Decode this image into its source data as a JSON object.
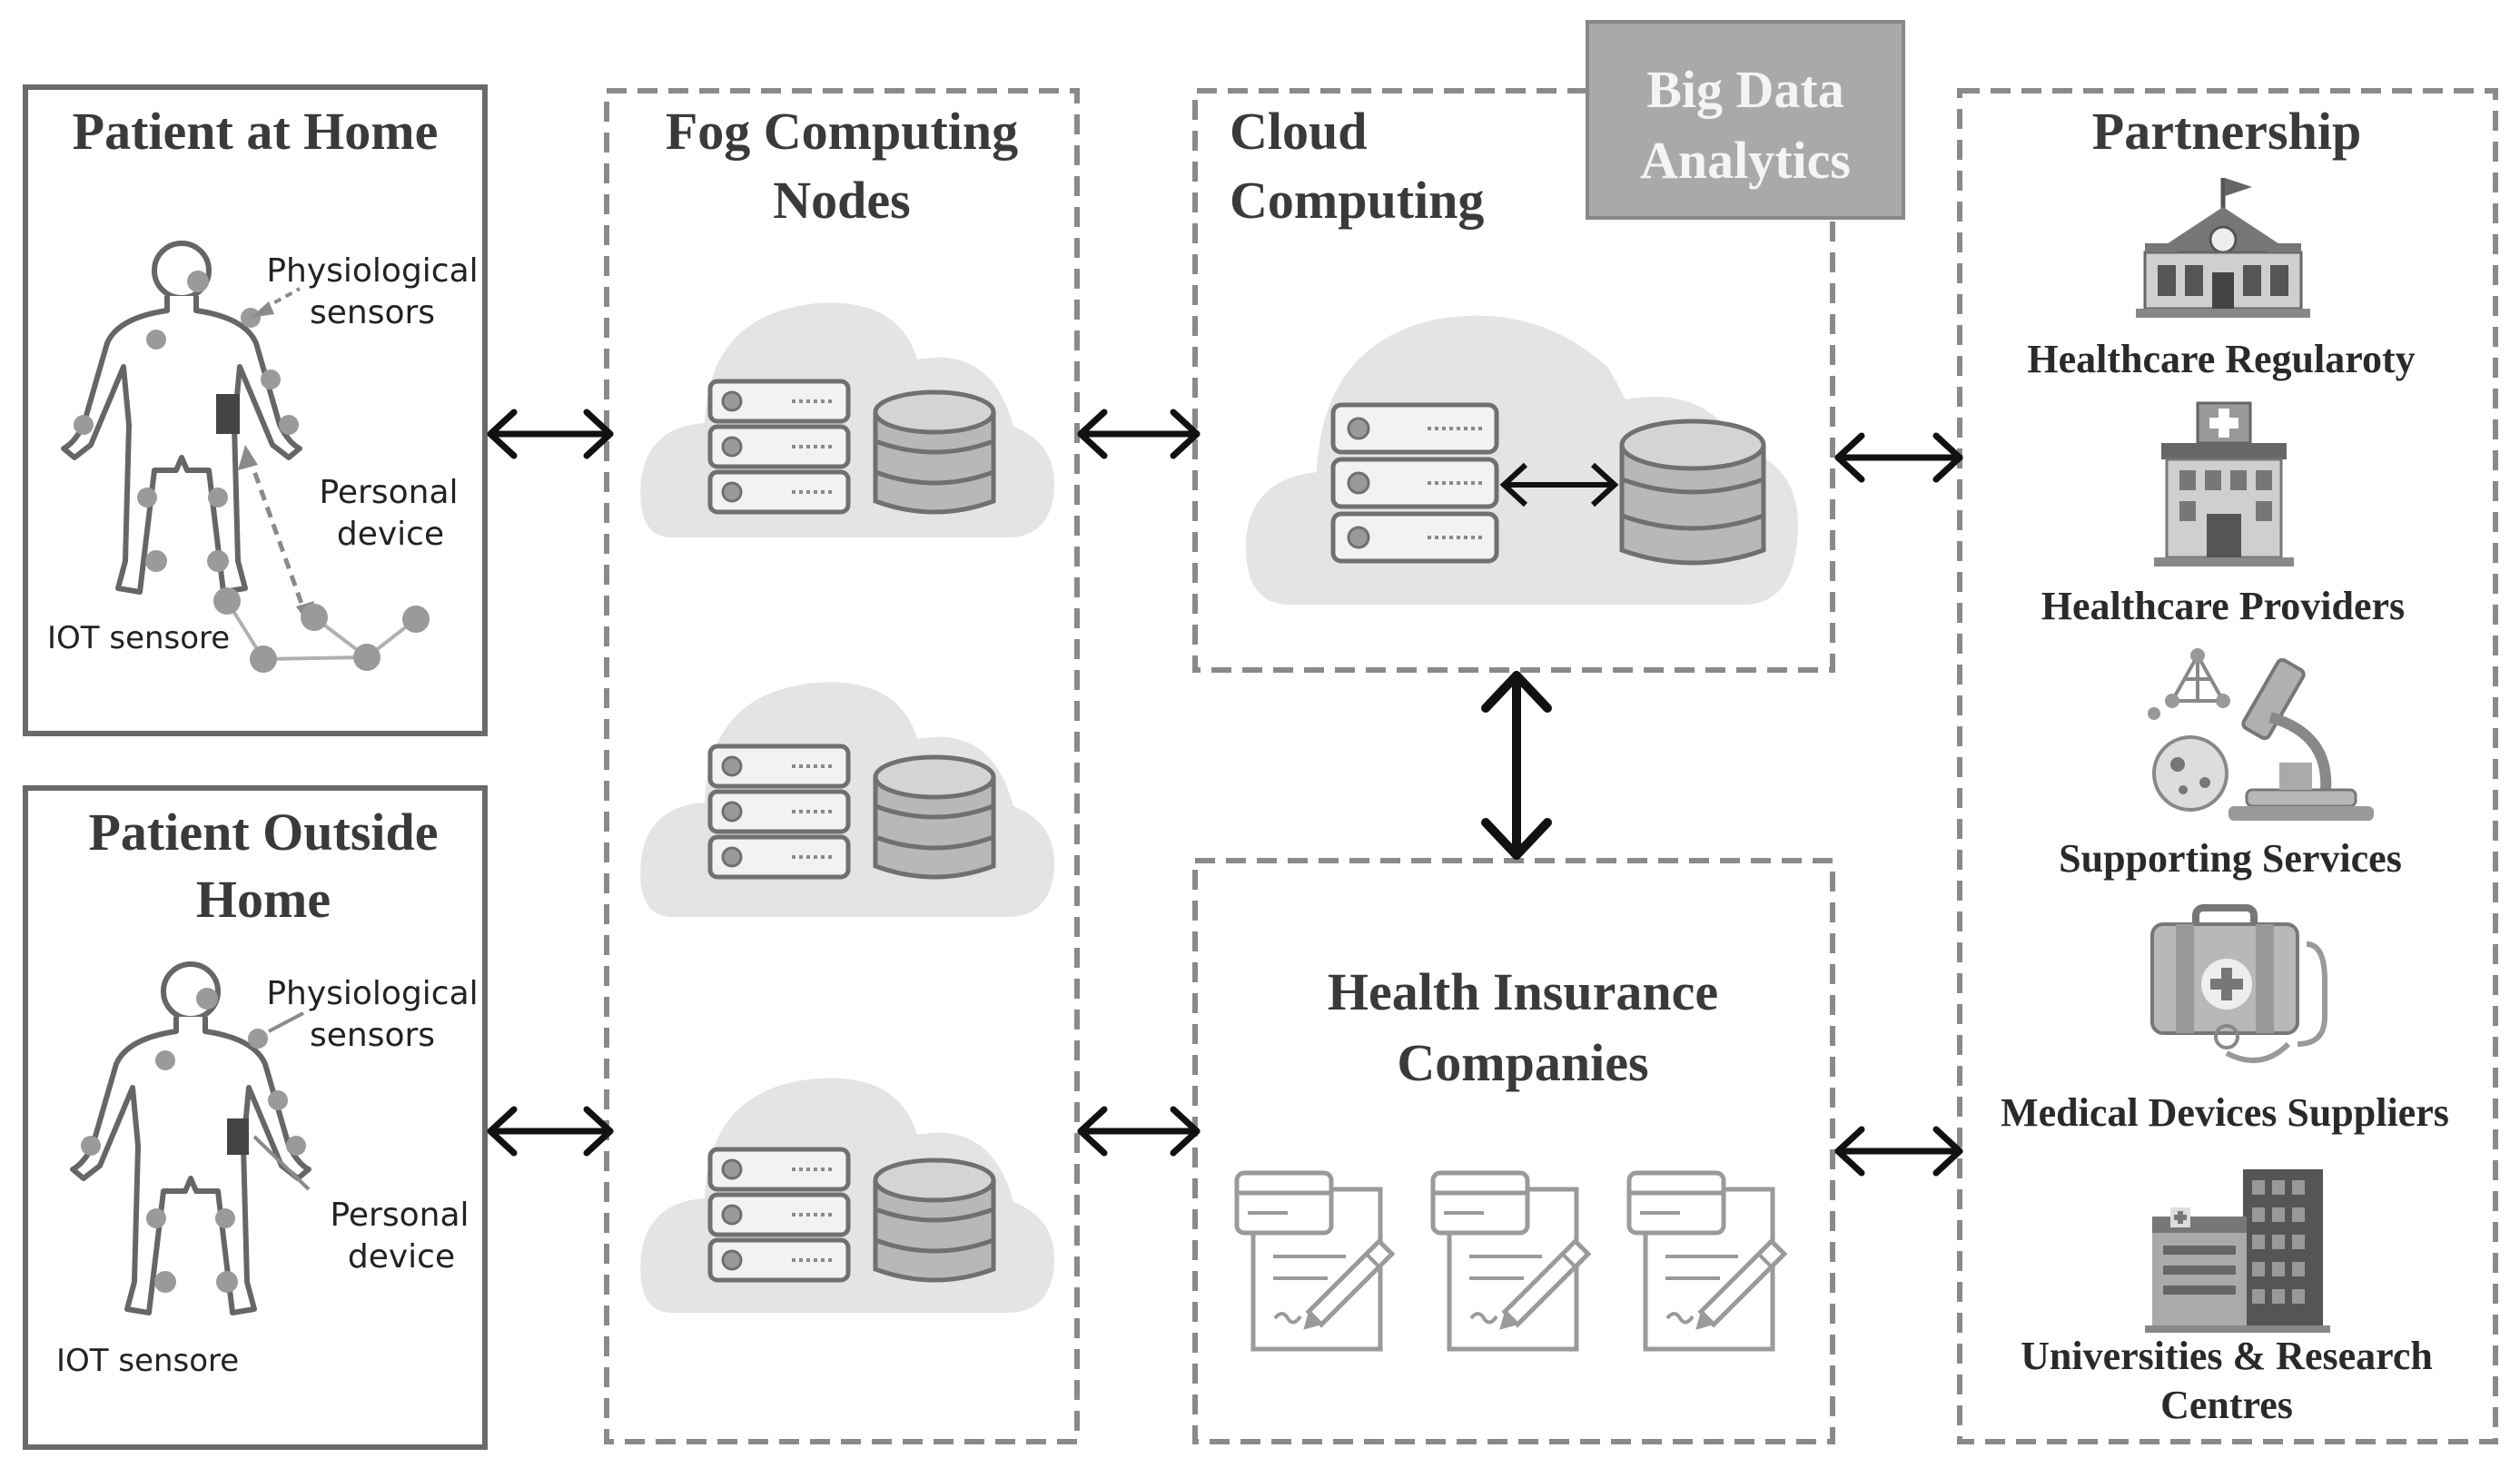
{
  "patient_home": {
    "title": "Patient at Home",
    "physio_line1": "Physiological",
    "physio_line2": "sensors",
    "device_line1": "Personal",
    "device_line2": "device",
    "iot": "IOT sensore"
  },
  "patient_outside": {
    "title_line1": "Patient Outside",
    "title_line2": "Home",
    "physio_line1": "Physiological",
    "physio_line2": "sensors",
    "device_line1": "Personal",
    "device_line2": "device",
    "iot": "IOT sensore"
  },
  "fog": {
    "title_line1": "Fog Computing",
    "title_line2": "Nodes"
  },
  "cloud": {
    "title_line1": "Cloud",
    "title_line2": "Computing"
  },
  "big_data": {
    "line1": "Big Data",
    "line2": "Analytics"
  },
  "insurance": {
    "title_line1": "Health Insurance",
    "title_line2": "Companies"
  },
  "partnership": {
    "title": "Partnership",
    "items": [
      {
        "label": "Healthcare Regularoty",
        "icon": "school-building-icon"
      },
      {
        "label": "Healthcare Providers",
        "icon": "hospital-icon"
      },
      {
        "label": "Supporting Services",
        "icon": "microscope-icon"
      },
      {
        "label": "Medical Devices Suppliers",
        "icon": "medical-kit-icon"
      },
      {
        "label_line1": "Universities & Research",
        "label_line2": "Centres",
        "icon": "office-buildings-icon"
      }
    ]
  },
  "colors": {
    "box_border": "#6a6a6a",
    "dashed_border": "#8a8a8a",
    "cloud_fill": "#e4e4e4",
    "big_data_fill": "#a9a9a9",
    "arrow": "#111111"
  }
}
